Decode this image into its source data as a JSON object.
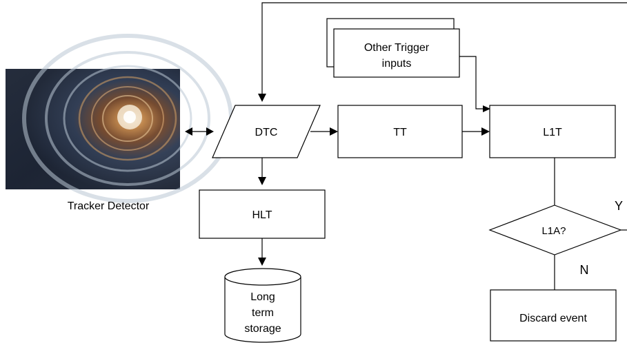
{
  "nodes": {
    "detector_caption": "Tracker Detector",
    "other_inputs": [
      "Other Trigger",
      "inputs"
    ],
    "dtc": "DTC",
    "tt": "TT",
    "l1t": "L1T",
    "hlt": "HLT",
    "storage": [
      "Long",
      "term",
      "storage"
    ],
    "l1a": "L1A?",
    "discard": "Discard event"
  },
  "edge_labels": {
    "yes": "Y",
    "no": "N"
  }
}
